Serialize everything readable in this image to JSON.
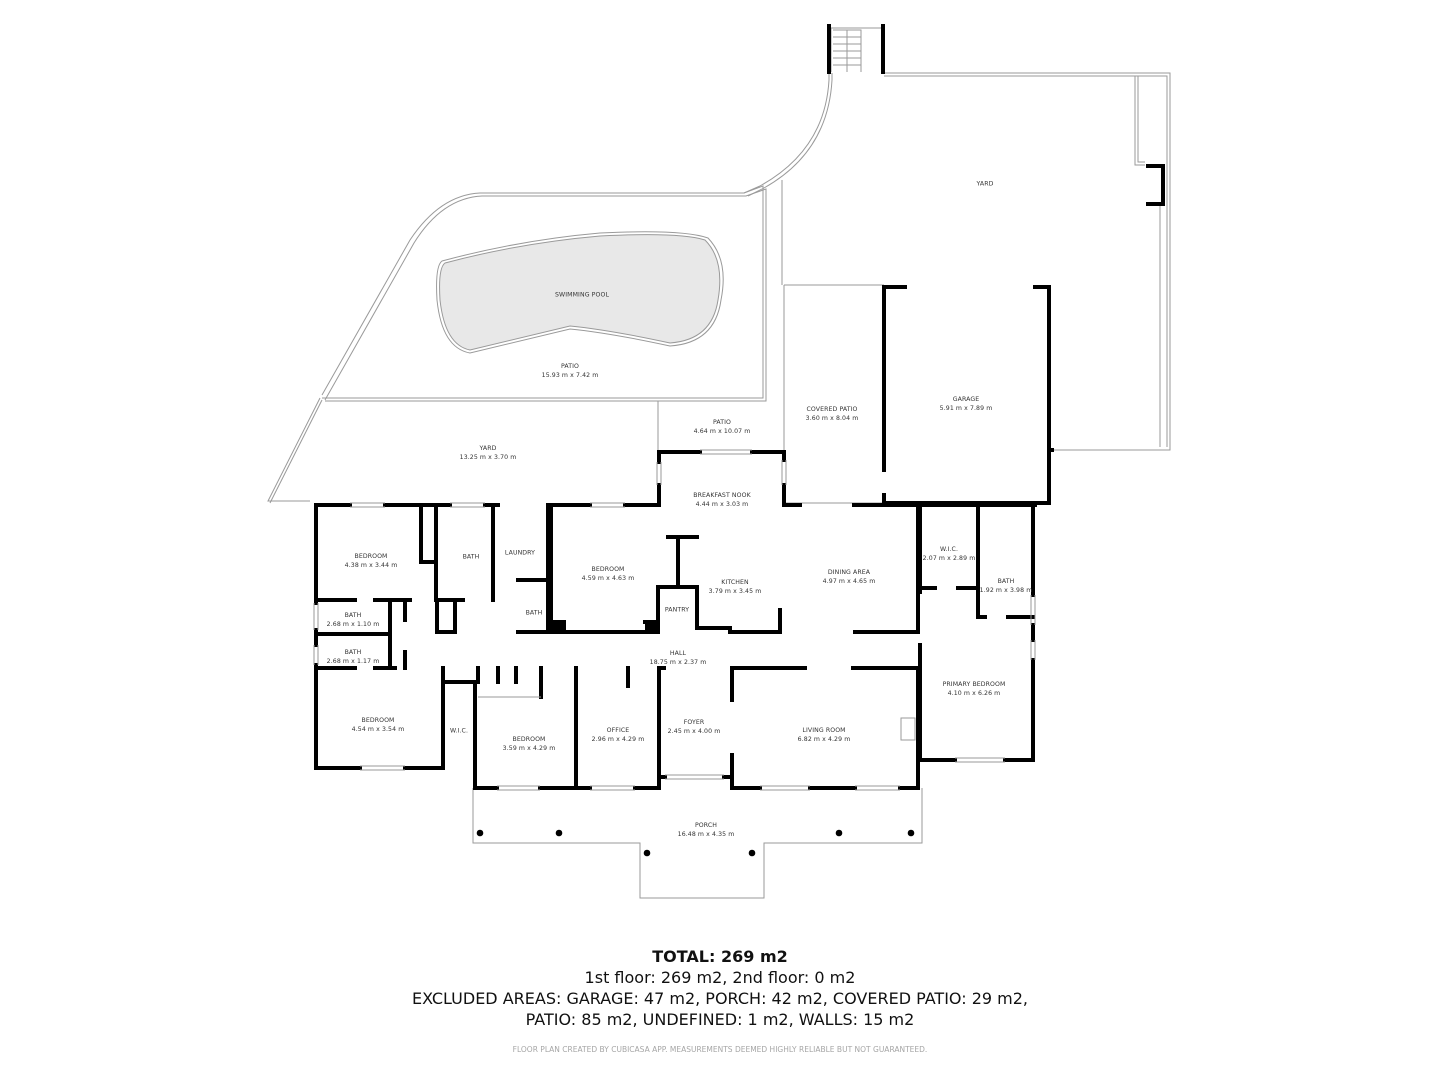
{
  "rooms": {
    "yard_north": {
      "name": "YARD",
      "dims": ""
    },
    "swimming_pool": {
      "name": "SWIMMING POOL",
      "dims": ""
    },
    "patio_pool": {
      "name": "PATIO",
      "dims": "15.93 m x 7.42 m"
    },
    "yard_west": {
      "name": "YARD",
      "dims": "13.25 m x 3.70 m"
    },
    "patio_small": {
      "name": "PATIO",
      "dims": "4.64 m x 10.07 m"
    },
    "covered_patio": {
      "name": "COVERED PATIO",
      "dims": "3.60 m x 8.04 m"
    },
    "garage": {
      "name": "GARAGE",
      "dims": "5.91 m x 7.89 m"
    },
    "breakfast_nook": {
      "name": "BREAKFAST NOOK",
      "dims": "4.44 m x 3.03 m"
    },
    "bedroom_nw": {
      "name": "BEDROOM",
      "dims": "4.38 m x 3.44 m"
    },
    "bath_nw": {
      "name": "BATH",
      "dims": ""
    },
    "laundry": {
      "name": "LAUNDRY",
      "dims": ""
    },
    "bath_laundry": {
      "name": "BATH",
      "dims": ""
    },
    "bedroom_center": {
      "name": "BEDROOM",
      "dims": "4.59 m x 4.63 m"
    },
    "kitchen": {
      "name": "KITCHEN",
      "dims": "3.79 m x 3.45 m"
    },
    "pantry": {
      "name": "PANTRY",
      "dims": ""
    },
    "dining_area": {
      "name": "DINING AREA",
      "dims": "4.97 m x 4.65 m"
    },
    "wic_primary": {
      "name": "W.I.C.",
      "dims": "2.07 m x 2.89 m"
    },
    "bath_primary": {
      "name": "BATH",
      "dims": "1.92 m x 3.98 m"
    },
    "bath_w1": {
      "name": "BATH",
      "dims": "2.68 m x 1.10 m"
    },
    "bath_w2": {
      "name": "BATH",
      "dims": "2.68 m x 1.17 m"
    },
    "hall": {
      "name": "HALL",
      "dims": "18.75 m x 2.37 m"
    },
    "primary_bedroom": {
      "name": "PRIMARY BEDROOM",
      "dims": "4.10 m x 6.26 m"
    },
    "bedroom_sw": {
      "name": "BEDROOM",
      "dims": "4.54 m x 3.54 m"
    },
    "wic_sw": {
      "name": "W.I.C.",
      "dims": ""
    },
    "bedroom_s": {
      "name": "BEDROOM",
      "dims": "3.59 m x 4.29 m"
    },
    "office": {
      "name": "OFFICE",
      "dims": "2.96 m x 4.29 m"
    },
    "foyer": {
      "name": "FOYER",
      "dims": "2.45 m x 4.00 m"
    },
    "living_room": {
      "name": "LIVING ROOM",
      "dims": "6.82 m x 4.29 m"
    },
    "porch": {
      "name": "PORCH",
      "dims": "16.48 m x 4.35 m"
    }
  },
  "summary": {
    "total": "TOTAL: 269 m2",
    "floors": "1st floor: 269 m2, 2nd floor: 0 m2",
    "excluded_1": "EXCLUDED AREAS: GARAGE: 47 m2, PORCH: 42 m2, COVERED PATIO: 29 m2,",
    "excluded_2": "PATIO: 85 m2, UNDEFINED: 1 m2, WALLS: 15 m2"
  },
  "disclaimer": "FLOOR PLAN CREATED BY CUBICASA APP. MEASUREMENTS DEEMED HIGHLY RELIABLE BUT NOT GUARANTEED.",
  "colors": {
    "wall": "#000000",
    "outline": "#9a9a9a",
    "pool_fill": "#e8e8e8",
    "label": "#333333",
    "disclaimer": "#a6a6a6"
  }
}
